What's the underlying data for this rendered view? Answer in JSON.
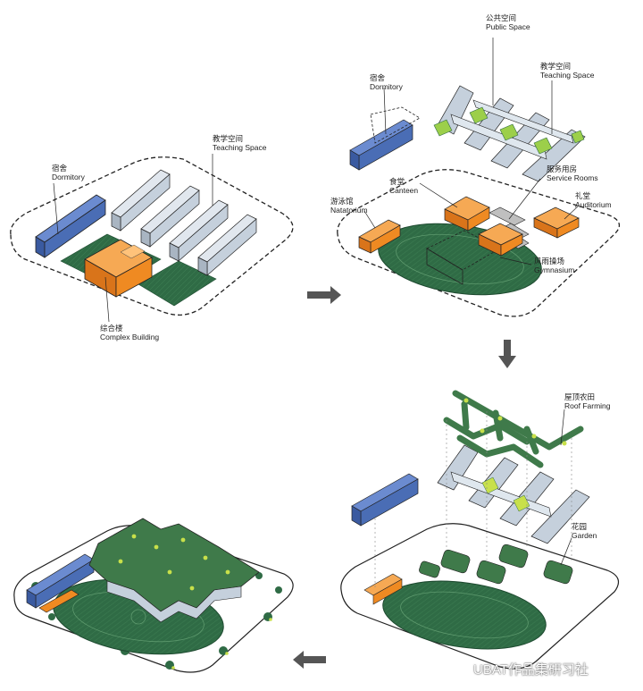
{
  "labels": {
    "p1_dormitory": {
      "zh": "宿舍",
      "en": "Dormitory"
    },
    "p1_teaching": {
      "zh": "教学空间",
      "en": "Teaching Space"
    },
    "p1_complex": {
      "zh": "综合楼",
      "en": "Complex Building"
    },
    "p2_public": {
      "zh": "公共空间",
      "en": "Public Space"
    },
    "p2_dormitory": {
      "zh": "宿舍",
      "en": "Dormitory"
    },
    "p2_teaching": {
      "zh": "教学空间",
      "en": "Teaching Space"
    },
    "p2_canteen": {
      "zh": "食堂",
      "en": "Canteen"
    },
    "p2_service": {
      "zh": "服务用房",
      "en": "Service Rooms"
    },
    "p2_natatorium": {
      "zh": "游泳馆",
      "en": "Natatorium"
    },
    "p2_auditorium": {
      "zh": "礼堂",
      "en": "Auditorium"
    },
    "p2_gymnasium": {
      "zh": "风雨操场",
      "en": "Gymnasium"
    },
    "p3_roof": {
      "zh": "屋顶农田",
      "en": "Roof Farming"
    },
    "p3_garden": {
      "zh": "花园",
      "en": "Garden"
    }
  },
  "watermark": "UBAT作品集研习社",
  "colors": {
    "dormitory": "#4a6db5",
    "teaching": "#c5d0dc",
    "complex": "#ef8a22",
    "field": "#2f6b45",
    "green_roof": "#3f7a4a",
    "garden_accent": "#c8e04a"
  }
}
